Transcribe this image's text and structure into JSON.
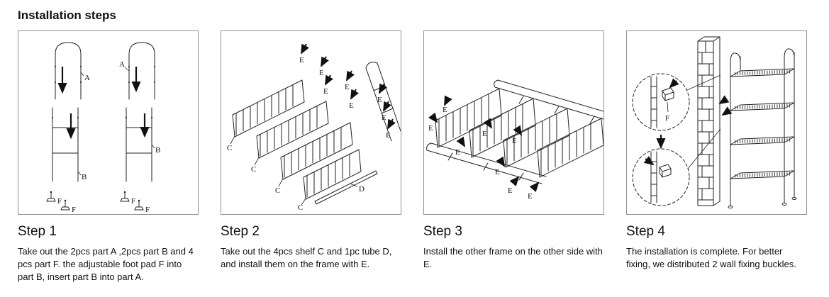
{
  "page": {
    "title": "Installation steps"
  },
  "part_labels": {
    "A": "A",
    "B": "B",
    "C": "C",
    "D": "D",
    "E": "E",
    "F": "F"
  },
  "steps": [
    {
      "heading": "Step 1",
      "description": "Take out the 2pcs part A ,2pcs part B and 4 pcs part F. the adjustable foot pad F into part B, insert part B into part A."
    },
    {
      "heading": "Step 2",
      "description": "Take out the 4pcs shelf C and 1pc tube D, and install them on the frame with E."
    },
    {
      "heading": "Step 3",
      "description": "Install the other frame on the other side with E."
    },
    {
      "heading": "Step 4",
      "description": "The installation is complete. For better fixing, we distributed 2 wall fixing buckles."
    }
  ]
}
